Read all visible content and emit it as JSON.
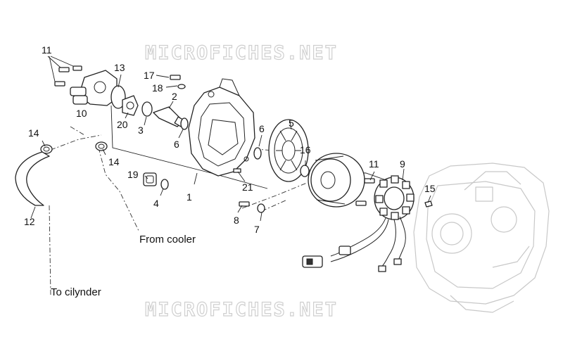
{
  "watermark": "MICROFICHES.NET",
  "captions": {
    "from_cooler": "From cooler",
    "to_cylinder": "To cilynder"
  },
  "callouts": {
    "n1": "1",
    "n2": "2",
    "n4": "4",
    "n3": "3",
    "n5": "5",
    "n6a": "6",
    "n6b": "6",
    "n7": "7",
    "n8": "8",
    "n9": "9",
    "n10": "10",
    "n11a": "11",
    "n11b": "11",
    "n12": "12",
    "n13": "13",
    "n14a": "14",
    "n14b": "14",
    "n15": "15",
    "n16": "16",
    "n17": "17",
    "n18": "18",
    "n19": "19",
    "n20": "20",
    "n21": "21"
  }
}
